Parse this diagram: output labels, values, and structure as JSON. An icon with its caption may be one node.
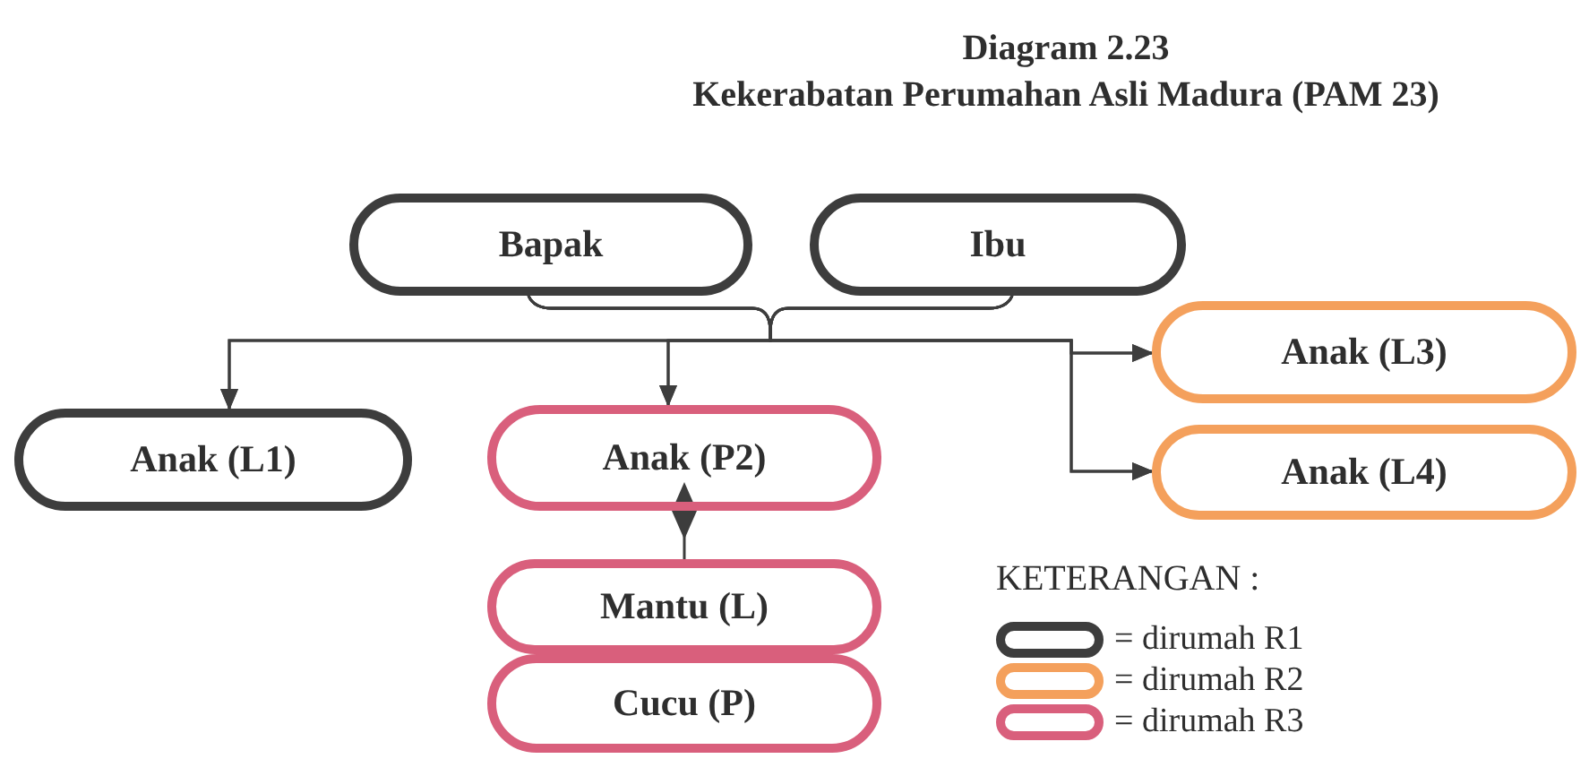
{
  "diagram": {
    "title": "Diagram 2.23",
    "caption": "Kekerabatan Perumahan Asli Madura (PAM 23)",
    "nodes": [
      {
        "text": [
          "Bapak"
        ]
      },
      {
        "text": [
          "Ibu"
        ]
      },
      {
        "text": [
          "Anak (L1)"
        ]
      },
      {
        "text": [
          "Anak (P2)"
        ]
      },
      {
        "text": [
          "Mantu (L)"
        ]
      },
      {
        "text": [
          "Cucu (P)"
        ]
      },
      {
        "text": [
          "Anak (L3)"
        ]
      },
      {
        "text": [
          "Anak (L4)"
        ]
      }
    ],
    "edges": [
      {
        "from": 0,
        "to": 2,
        "arrow": "to"
      },
      {
        "from": 1,
        "to": 2,
        "arrow": "to"
      },
      {
        "from": 0,
        "to": 3,
        "arrow": "to"
      },
      {
        "from": 1,
        "to": 3,
        "arrow": "to"
      },
      {
        "from": 0,
        "to": 6,
        "arrow": "to"
      },
      {
        "from": 1,
        "to": 6,
        "arrow": "to"
      },
      {
        "from": 0,
        "to": 7,
        "arrow": "to"
      },
      {
        "from": 1,
        "to": 7,
        "arrow": "to"
      },
      {
        "from": 3,
        "to": 4,
        "arrow": "other"
      }
    ],
    "labels": [
      "KETERANGAN :"
    ],
    "legend": [
      {
        "text": "= dirumah R1",
        "color": "#3d3d3d"
      },
      {
        "text": "= dirumah R2",
        "color": "#f4a05c"
      },
      {
        "text": "= dirumah R3",
        "color": "#d95f7c"
      }
    ]
  }
}
